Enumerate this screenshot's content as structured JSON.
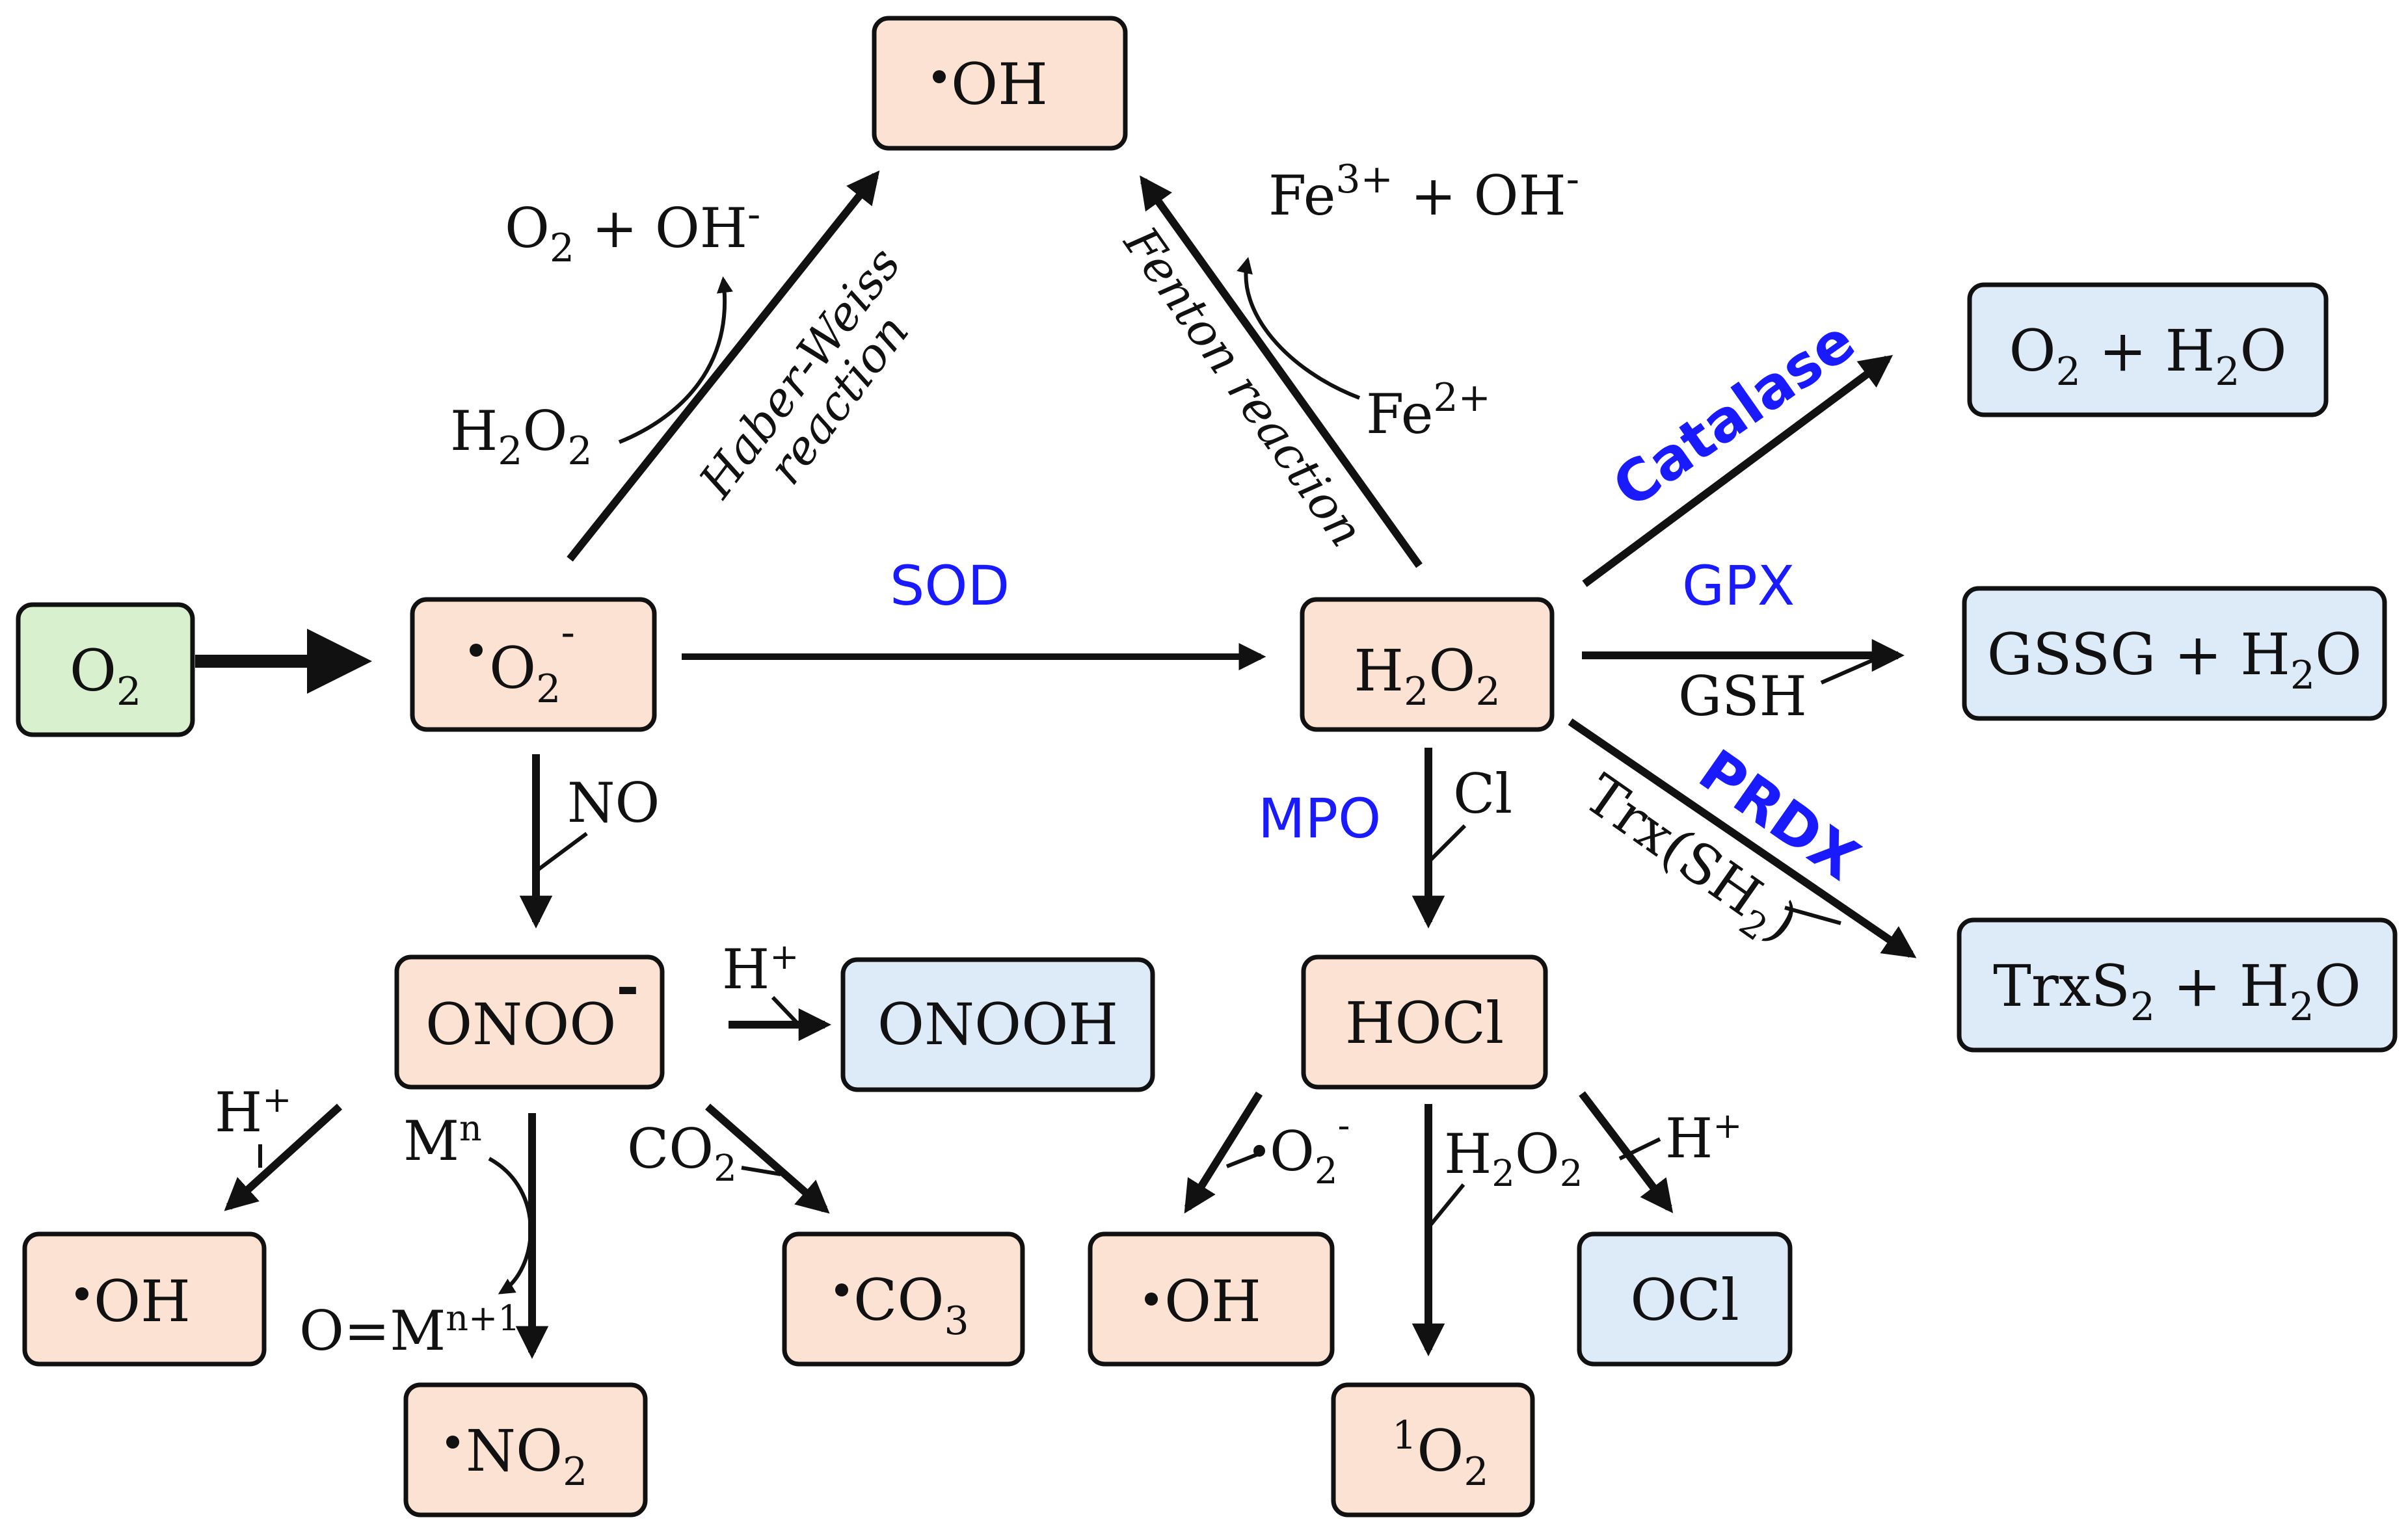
{
  "nodes": {
    "o2": {
      "main": "O",
      "sub": "2"
    },
    "superoxide": {
      "main": "O",
      "sub": "2",
      "sup": "-"
    },
    "oh_top": {
      "main": "OH"
    },
    "h2o2": {
      "p1": "H",
      "s1": "2",
      "p2": "O",
      "s2": "2"
    },
    "o2_h2o": {
      "p1": "O",
      "s1": "2",
      "p2": " + H",
      "s2": "2",
      "p3": "O"
    },
    "gssg_h2o": {
      "p1": "GSSG + H",
      "s1": "2",
      "p2": "O"
    },
    "trxs2_h2o": {
      "p1": "TrxS",
      "s1": "2",
      "p2": " + H",
      "s2": "2",
      "p3": "O"
    },
    "onoo": {
      "main": "ONOO",
      "sup": "-"
    },
    "onooh": {
      "main": "ONOOH"
    },
    "hocl": {
      "main": "HOCl"
    },
    "oh_left": {
      "main": "OH"
    },
    "no2": {
      "main": "NO",
      "sub": "2"
    },
    "co3": {
      "main": "CO",
      "sub": "3"
    },
    "oh_mid": {
      "main": "OH"
    },
    "singlet_o2": {
      "pre": "1",
      "main": "O",
      "sub": "2"
    },
    "ocl": {
      "main": "OCl"
    }
  },
  "labels": {
    "haber_weiss_1": "Haber-Weiss",
    "haber_weiss_2": "reaction",
    "fenton": "Fenton reaction",
    "o2_oh": {
      "p1": "O",
      "s1": "2",
      "p2": " + OH",
      "sup": "-"
    },
    "h2o2_in": {
      "p1": "H",
      "s1": "2",
      "p2": "O",
      "s2": "2"
    },
    "fe3_oh": {
      "p1": "Fe",
      "sup1": "3+",
      "p2": " + OH",
      "sup2": "-"
    },
    "fe2": {
      "p1": "Fe",
      "sup": "2+"
    },
    "sod": "SOD",
    "catalase": "Catalase",
    "gpx": "GPX",
    "gsh": "GSH",
    "prdx": "PRDX",
    "trx_sh2": {
      "p1": "Trx(SH",
      "sub": "2",
      "p2": ")"
    },
    "no": "NO",
    "mpo": "MPO",
    "cl": "Cl",
    "h_plus_onooh": {
      "p1": "H",
      "sup": "+"
    },
    "h_plus_oh": {
      "p1": "H",
      "sup": "+"
    },
    "mn": {
      "p1": "M",
      "sup": "n"
    },
    "o_mn1": {
      "p1": "O=M",
      "sup": "n+1"
    },
    "co2": {
      "p1": "CO",
      "sub": "2"
    },
    "o2_rad": {
      "p1": "O",
      "s1": "2",
      "sup": "-"
    },
    "h2o2_hocl": {
      "p1": "H",
      "s1": "2",
      "p2": "O",
      "s2": "2"
    },
    "h_plus_ocl": {
      "p1": "H",
      "sup": "+"
    }
  },
  "colors": {
    "ros_fill": "#fbe2d3",
    "start_fill": "#d9f0cf",
    "product_fill": "#ddeaf7",
    "enzyme_text": "#1a1aff",
    "stroke": "#111111"
  }
}
